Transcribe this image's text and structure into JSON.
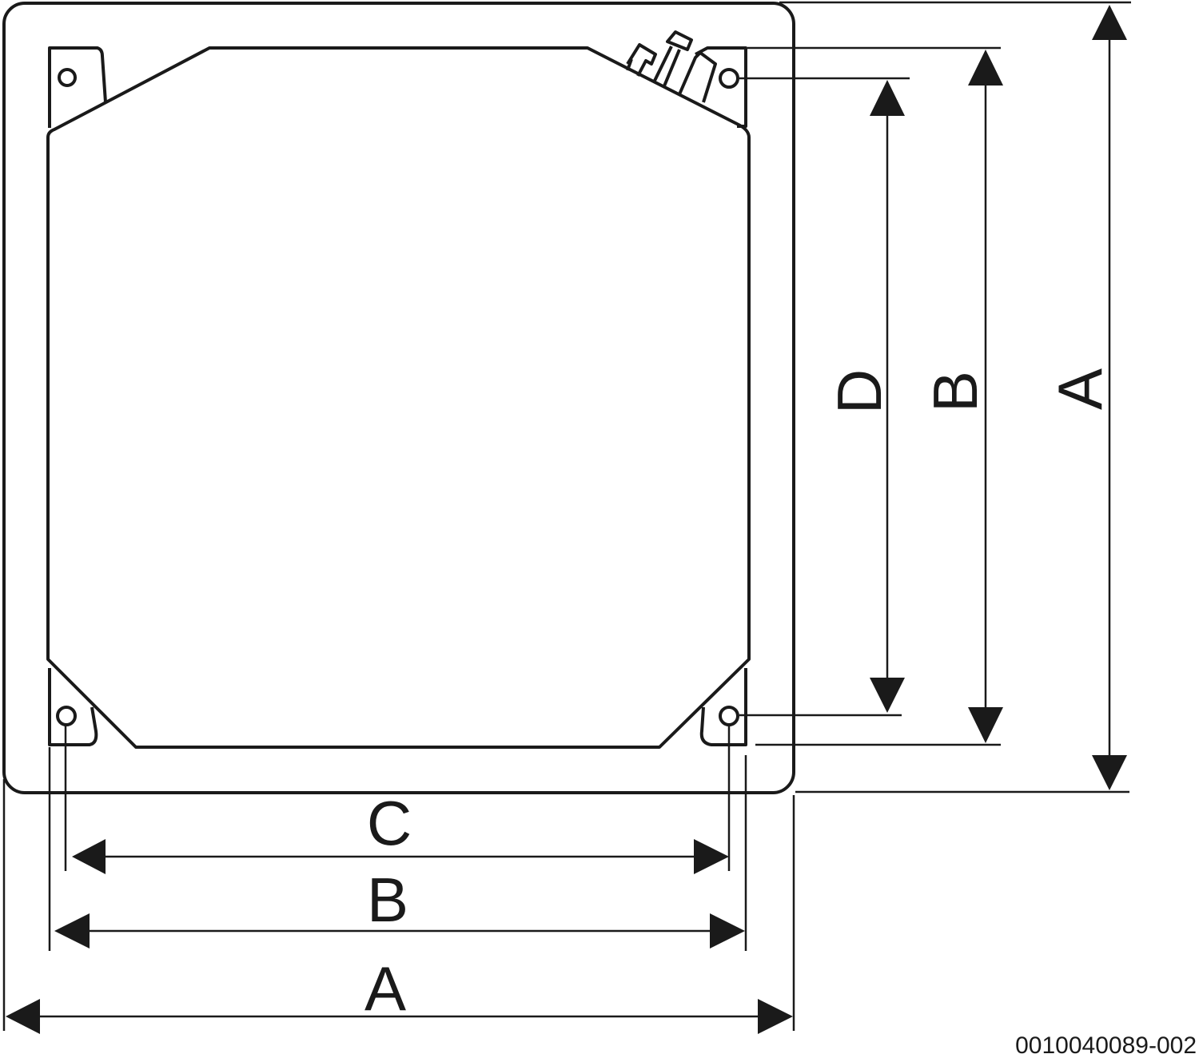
{
  "diagram": {
    "horizontal_dimensions": {
      "c": "C",
      "b": "B",
      "a": "A"
    },
    "vertical_dimensions": {
      "d": "D",
      "b": "B",
      "a": "A"
    },
    "drawing_code": "0010040089-002",
    "line_color": "#1a1a1a"
  }
}
